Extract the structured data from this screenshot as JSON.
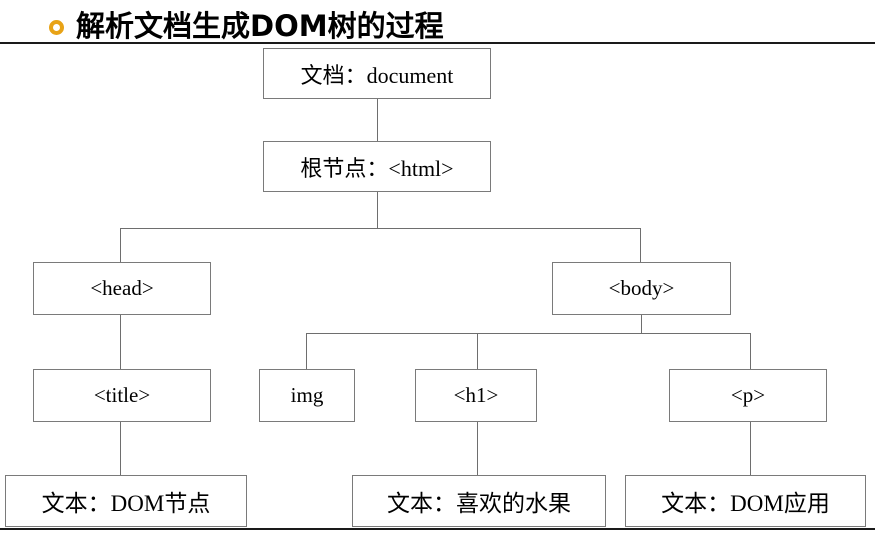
{
  "slide": {
    "title": "解析文档生成DOM树的过程",
    "bullet_icon": "ring-bullet-icon",
    "accent_color": "#E8A317",
    "rule_color": "#1a1a1a",
    "node_border_color": "#7a7a7a",
    "connector_color": "#6e6e6e",
    "background": "#ffffff"
  },
  "diagram": {
    "type": "tree",
    "nodes": {
      "document": "文档：document",
      "html": "根节点：<html>",
      "head": "<head>",
      "body": "<body>",
      "title": "<title>",
      "img": "img",
      "h1": "<h1>",
      "p": "<p>",
      "text_dom_node": "文本：DOM节点",
      "text_fruit": "文本：喜欢的水果",
      "text_dom_app": "文本：DOM应用"
    },
    "edges": [
      {
        "from": "document",
        "to": "html"
      },
      {
        "from": "html",
        "to": "head"
      },
      {
        "from": "html",
        "to": "body"
      },
      {
        "from": "head",
        "to": "title"
      },
      {
        "from": "title",
        "to": "text_dom_node"
      },
      {
        "from": "body",
        "to": "img"
      },
      {
        "from": "body",
        "to": "h1"
      },
      {
        "from": "body",
        "to": "p"
      },
      {
        "from": "h1",
        "to": "text_fruit"
      },
      {
        "from": "p",
        "to": "text_dom_app"
      }
    ]
  }
}
